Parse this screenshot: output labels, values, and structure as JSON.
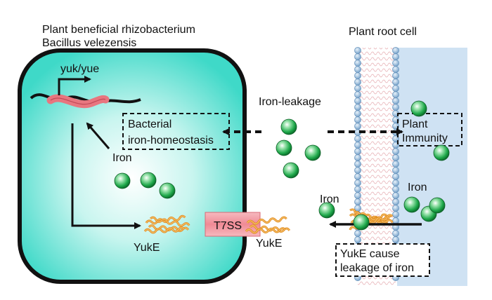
{
  "bacterium": {
    "title_line1": "Plant beneficial rhizobacterium",
    "title_line2": "Bacillus velezensis",
    "gene_label": "yuk/yue",
    "iron_label": "Iron",
    "yuke_inside_label": "YukE",
    "t7ss_label": "T7SS",
    "yuke_outside_label": "YukE",
    "homeostasis_line1": "Bacterial",
    "homeostasis_line2": "iron-homeostasis"
  },
  "extracellular": {
    "iron_leakage_label": "Iron-leakage"
  },
  "plant": {
    "title": "Plant root cell",
    "immunity_line1": "Plant",
    "immunity_line2": "Immunity",
    "iron_left_label": "Iron",
    "iron_right_label": "Iron",
    "leak_line1": "YukE cause",
    "leak_line2": "leakage of iron"
  },
  "colors": {
    "cell_fill": "#3fd9c8",
    "plant_cytoplasm": "#cfe2f3",
    "membrane_head": "#8fb9dc",
    "gene_highlight": "#e8767f",
    "iron_sphere": "#1ea84a",
    "t7ss_fill": "#f29aa3",
    "yuke_protein": "#e59a2e"
  }
}
